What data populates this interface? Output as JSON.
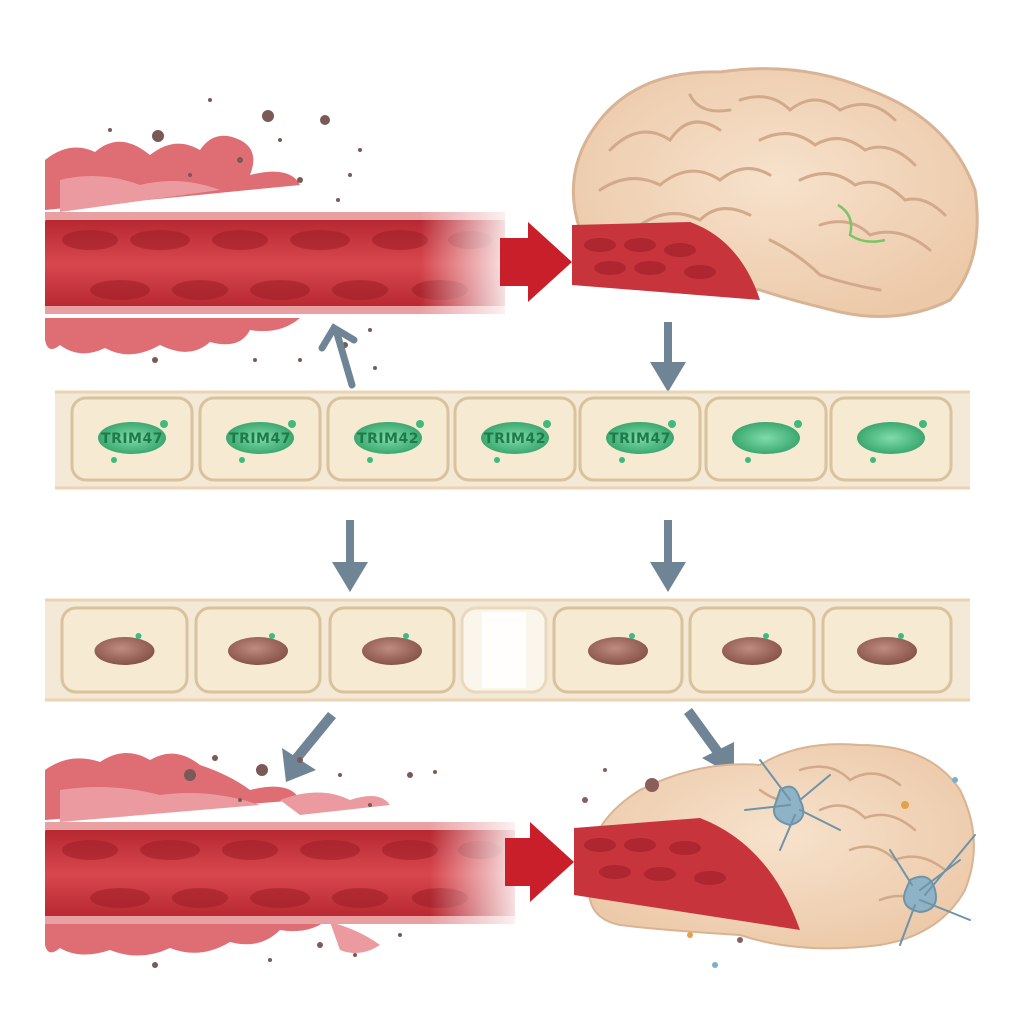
{
  "labels": {
    "trim_cell_1": "TRIM47",
    "trim_cell_2": "TRIM47",
    "trim_cell_3": "TRIM42",
    "trim_cell_4": "TRIM42",
    "trim_cell_5": "TRIM47"
  },
  "colors": {
    "blood": "#c9303a",
    "blood_light": "#e07a80",
    "brain": "#f1d6bd",
    "brain_outline": "#d8b394",
    "cell": "#f6ead2",
    "cell_outline": "#d9c29c",
    "trim_protein": "#3fba7c",
    "nucleus": "#a06a5e",
    "arrow_gray": "#6f8494",
    "arrow_red": "#c81f2a",
    "astrocyte": "#8fb3c6"
  },
  "icons": {
    "flow_arrow": "red-flow-arrow-icon",
    "step_arrow": "gray-down-arrow-icon",
    "brain": "brain-icon",
    "astrocyte": "astrocyte-icon"
  }
}
